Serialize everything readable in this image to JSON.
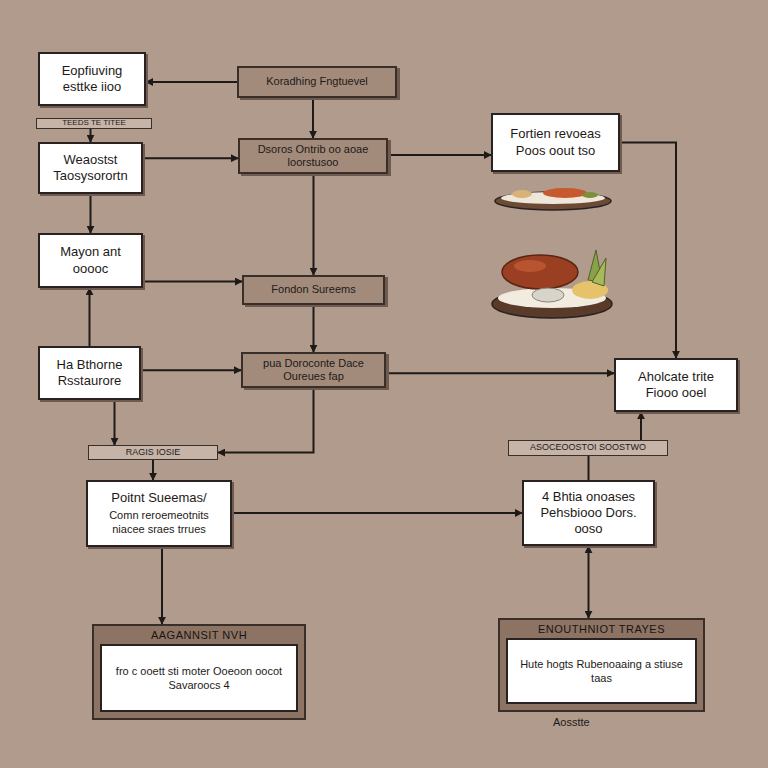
{
  "diagram": {
    "nodes": [
      {
        "text": [
          "Eopfiuving esttke iioo"
        ]
      },
      {
        "text": [
          "Koradhing Fngtuevel"
        ]
      },
      {
        "text": [
          "TEEDS TE TITEE"
        ]
      },
      {
        "text": [
          "Weaostst Taosysorortn"
        ]
      },
      {
        "text": [
          "Dsoros Ontrib oo aoae loorstusoo"
        ]
      },
      {
        "text": [
          "Fortien revoeas Poos oout tso"
        ]
      },
      {
        "text": [
          "Mayon ant ooooc"
        ]
      },
      {
        "text": [
          "Fondon Sureems"
        ]
      },
      {
        "text": [
          "Ha Bthorne Rsstaurore"
        ]
      },
      {
        "text": [
          "pua Doroconte Dace Oureues fap"
        ]
      },
      {
        "text": [
          "Aholcate trite Fiooo ooel"
        ]
      },
      {
        "text": [
          "RAGIS IOSIE"
        ]
      },
      {
        "text": [
          "ASOCEOOSTOI SOOSTWO"
        ]
      },
      {
        "text": [
          "Poitnt Sueemas/",
          "Comn reroemeotnits niacee sraes trrues"
        ]
      },
      {
        "text": [
          "4 Bhtia onoases Pehsbiooo Dors. ooso"
        ]
      },
      {
        "text": [
          "AAGANNSIT NVH",
          "fro c ooett sti moter Ooeoon oocot Savaroocs 4"
        ]
      },
      {
        "text": [
          "ENOUTHNIOT TRAYES",
          "Hute hogts Rubenoaaing a stiuse taas"
        ]
      }
    ],
    "edges": [
      {
        "from": 1,
        "to": 0,
        "arrow": "to"
      },
      {
        "from": 2,
        "to": 3,
        "arrow": "to"
      },
      {
        "from": 3,
        "to": 6,
        "arrow": "to"
      },
      {
        "from": 8,
        "to": 6,
        "arrow": "to"
      },
      {
        "from": 8,
        "to": 11,
        "arrow": "to"
      },
      {
        "from": 11,
        "to": 13,
        "arrow": "to"
      },
      {
        "from": 1,
        "to": 4,
        "arrow": "to"
      },
      {
        "from": 3,
        "to": 4,
        "arrow": "to"
      },
      {
        "from": 4,
        "to": 5,
        "arrow": "to"
      },
      {
        "from": 4,
        "to": 7,
        "arrow": "to"
      },
      {
        "from": 6,
        "to": 7,
        "arrow": "to"
      },
      {
        "from": 7,
        "to": 9,
        "arrow": "to"
      },
      {
        "from": 8,
        "to": 9,
        "arrow": "to"
      },
      {
        "from": 9,
        "to": 10,
        "arrow": "to"
      },
      {
        "from": 5,
        "to": 10,
        "arrow": "to"
      },
      {
        "from": 12,
        "to": 10,
        "arrow": "to"
      },
      {
        "from": 12,
        "to": 14,
        "arrow": "none"
      },
      {
        "from": 9,
        "to": 11,
        "arrow": "to"
      },
      {
        "from": 13,
        "to": 14,
        "arrow": "to"
      },
      {
        "from": 13,
        "to": 15,
        "arrow": "to"
      },
      {
        "from": 14,
        "to": 16,
        "arrow": "both"
      }
    ],
    "labels": [
      "Aosstte"
    ]
  }
}
